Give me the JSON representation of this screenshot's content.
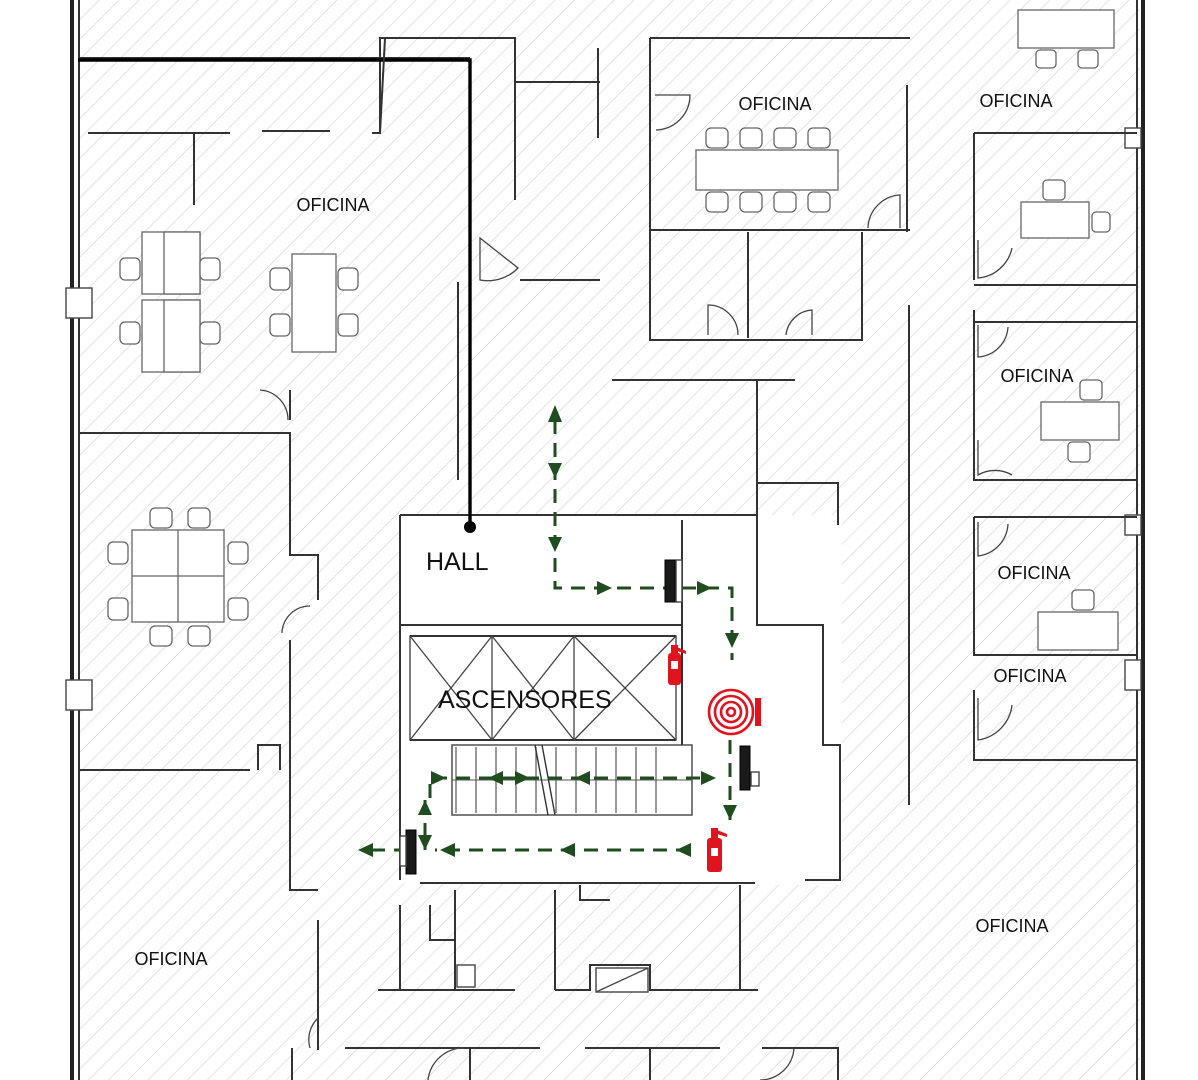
{
  "rooms": {
    "office_top_left": "OFICINA",
    "office_top_center": "OFICINA",
    "office_top_right": "OFICINA",
    "office_right_1": "OFICINA",
    "office_right_2": "OFICINA",
    "office_right_3": "OFICINA",
    "office_bottom_left": "OFICINA",
    "office_bottom_right": "OFICINA",
    "hall": "HALL",
    "elevators": "ASCENSORES"
  },
  "symbols": {
    "extinguisher_icon": "fire-extinguisher-icon",
    "hose_reel_icon": "fire-hose-reel-icon",
    "evacuation_route_color": "#1f4d1f",
    "safety_color": "#e0141e"
  }
}
